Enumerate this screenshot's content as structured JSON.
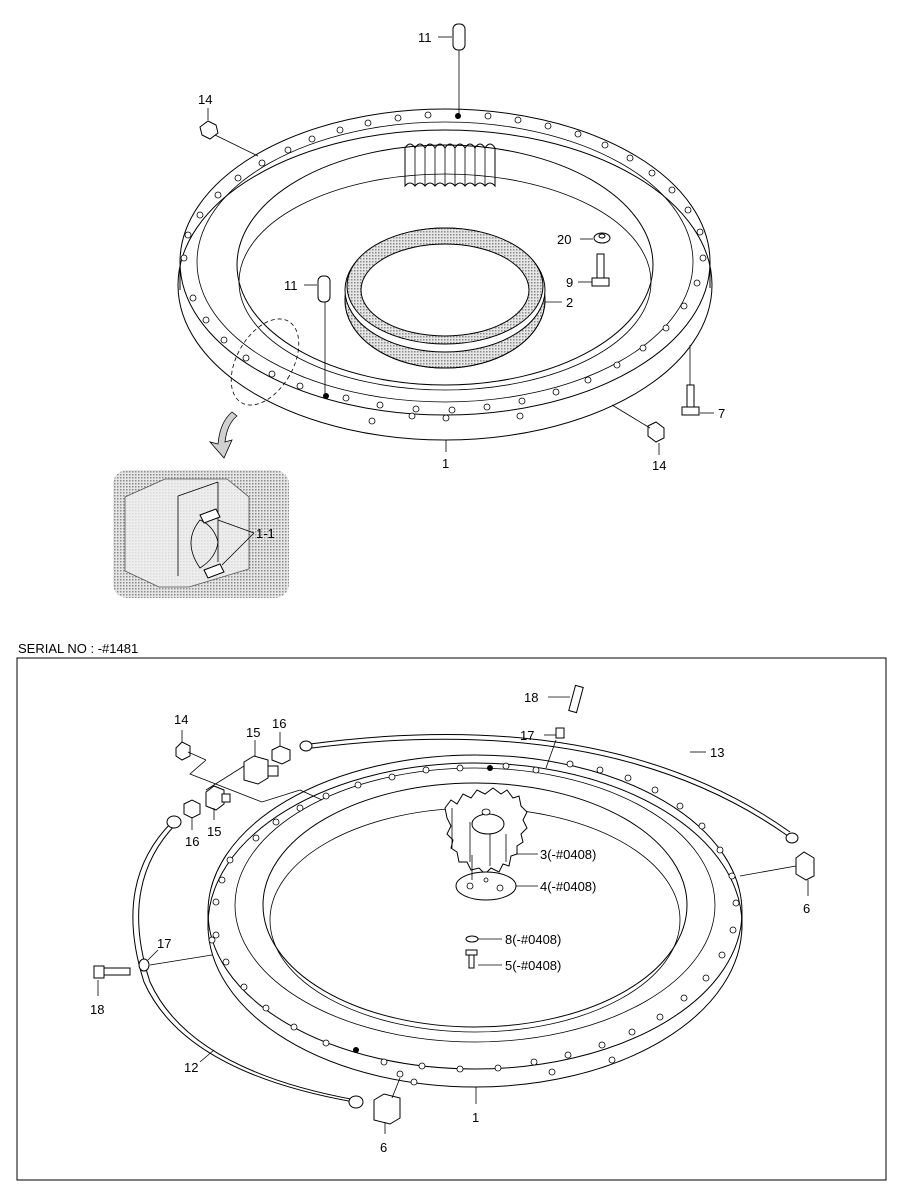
{
  "serial_heading": "SERIAL NO : -#1481",
  "upper_labels": {
    "pin_top": "11",
    "pin_center": "11",
    "nipple_left": "14",
    "nipple_right": "14",
    "washer": "20",
    "bolt_inner": "9",
    "seal": "2",
    "bolt_outer": "7",
    "bearing": "1",
    "detail": "1-1"
  },
  "lower_labels": {
    "nipple": "14",
    "elbow_upper": "15",
    "connector_upper": "16",
    "elbow_lower": "15",
    "connector_lower": "16",
    "bolt_top": "18",
    "clamp_top": "17",
    "hose_right": "13",
    "pinion": "3(-#0408)",
    "plate": "4(-#0408)",
    "washer_small": "8(-#0408)",
    "bolt_small": "5(-#0408)",
    "fitting_right": "6",
    "clamp_left": "17",
    "bolt_left": "18",
    "hose_left": "12",
    "bearing": "1",
    "fitting_bottom": "6"
  }
}
